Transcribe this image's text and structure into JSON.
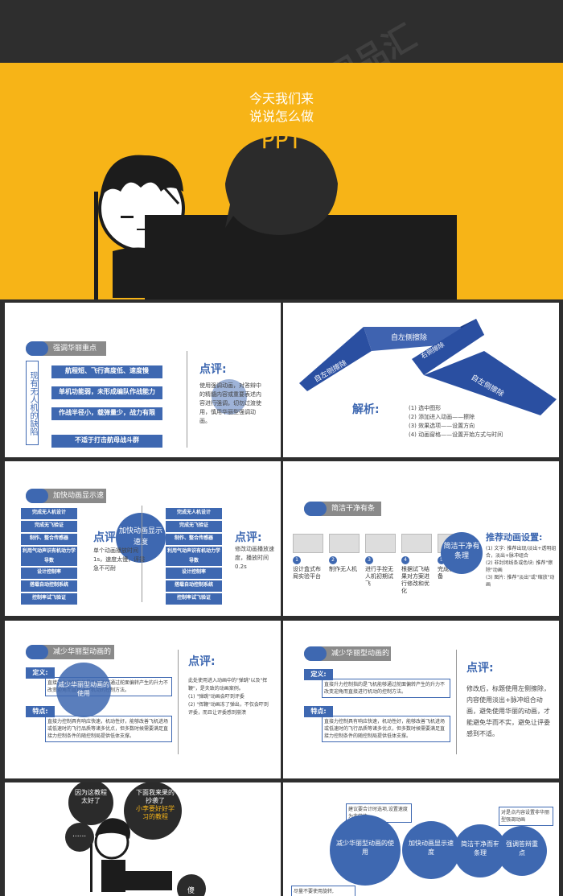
{
  "hero": {
    "bubble_line1": "今天我们来",
    "bubble_line2": "说说怎么做",
    "bubble_accent": "PPT"
  },
  "s1": {
    "tag": "强调华丽重点",
    "vertical": "现有无人机的缺陷",
    "items": [
      "航程短、飞行高度低、速度慢",
      "单机功能弱，未形成编队作战能力",
      "作战半径小，载弹量少，战力有限"
    ],
    "bottom": "不适于打击航母战斗群",
    "comment": "点评:",
    "text": "使用强调动画，对答辩中的精髓内容或重要表述内容进行强调，切勿过渡使用，慎用华丽型强调动画。"
  },
  "s2": {
    "ribbons": [
      "自左侧擦除",
      "右侧擦除",
      "自左侧擦除",
      "自左侧擦除"
    ],
    "title": "解析:",
    "list": [
      "(1) 选中图形",
      "(2) 添加进入动画——擦除",
      "(3) 效果选项——设置方向",
      "(4) 动画窗格——设置开始方式与时间"
    ]
  },
  "s3": {
    "tag": "加快动画显示速度",
    "left": [
      "完成无人机设计",
      "完成无飞验证",
      "制作、整合传感器",
      "利用气动声识有机动力学导数",
      "设计控制率",
      "搭载自动控制系统",
      "控制率试飞验证"
    ],
    "right": [
      "完成无人机设计",
      "完成无飞验证",
      "制作、整合传感器",
      "利用气动声识有机动力学导数",
      "设计控制率",
      "搭载自动控制系统",
      "控制率试飞验证"
    ],
    "circle": "加快动画显示速度",
    "comment1": "点评:",
    "t1": "单个动画播放时间1s，速度太慢，评委急不可耐",
    "comment2": "点评:",
    "t2": "修改动画播放速度，播放时间0.2s"
  },
  "s4": {
    "tag": "简洁干净有条理",
    "steps": [
      "设计盒式布局实验平台",
      "制作无人机",
      "进行手控无人机初期试飞",
      "根据试飞结果对方案进行修改和优化",
      "完成载机准备"
    ],
    "circle": "简洁干净有条理",
    "title": "推荐动画设置:",
    "list": [
      "(1) 文字: 推荐出现/淡出+透明组合，淡出+脉冲组合",
      "(2) 非封闭线条或色块: 推荐\"擦除\"动画",
      "(3) 图片: 推荐\"淡出\"或\"缩放\"动画"
    ]
  },
  "s5": {
    "tag": "减少华丽型动画的使用",
    "def": "定义:",
    "def_text": "直接升力控制指的是飞机能够通过舵面偏转产生的升力不改变迎角而直接进行机动的控制方法。",
    "feat": "特点:",
    "feat_text": "直接力控制具有响应快速，机动性好，能够改善飞机进场或低速时的飞行品质等诸多优点，但多数时候需要满足直接力控制条件的随控制局提供低体支撑。",
    "circle": "减少华丽型动画的使用",
    "comment": "点评:",
    "text": "此处使用进入动画中的\"弹跳\"以及\"挥鞭\"，是夫致的动画案例。",
    "list": [
      "(1) \"弹跳\"动画会吓到评委",
      "(2) \"挥鞭\"动画冻了弹出，不仅会吓到评委，而且让评委感到崩溃"
    ]
  },
  "s6": {
    "tag": "减少华丽型动画的使用",
    "def": "定义:",
    "def_text": "直接升力控制指的是飞机能够通过舵面偏转产生的升力不改变迎角而直接进行机动的控制方法。",
    "feat": "特点:",
    "feat_text": "直接力控制具有响应快速，机动性好，能够改善飞机进场或低速时的飞行品质等诸多优点，但多数时候需要满足直接力控制条件的随控制局提供低体支撑。",
    "comment": "点评:",
    "text": "修改后，标题使用左侧擦除，内容使用淡出+脉冲组合动画，避免使用华丽的动画，才能避免华而不实，避免让评委感到不适。"
  },
  "s7": {
    "bubble1": "因为这教程太好了",
    "bubble2": "下面我来果的抄袭了",
    "highlight": "小李要好好学习的教程",
    "dots": "......",
    "tail": "傻"
  },
  "s8": {
    "note1": "建议要合计时选项,设置速度为非常快",
    "note2": "对是点内容设置非华丽型强调动画",
    "circles": [
      "减少华丽型动画的使用",
      "加快动画显示速度",
      "简洁干净而有条理",
      "强调答辩重点"
    ],
    "note3": "尽量不要使用旋转,"
  },
  "colors": {
    "accent": "#f7b417",
    "blue": "#3e68b1",
    "dark": "#2e2e2e"
  }
}
